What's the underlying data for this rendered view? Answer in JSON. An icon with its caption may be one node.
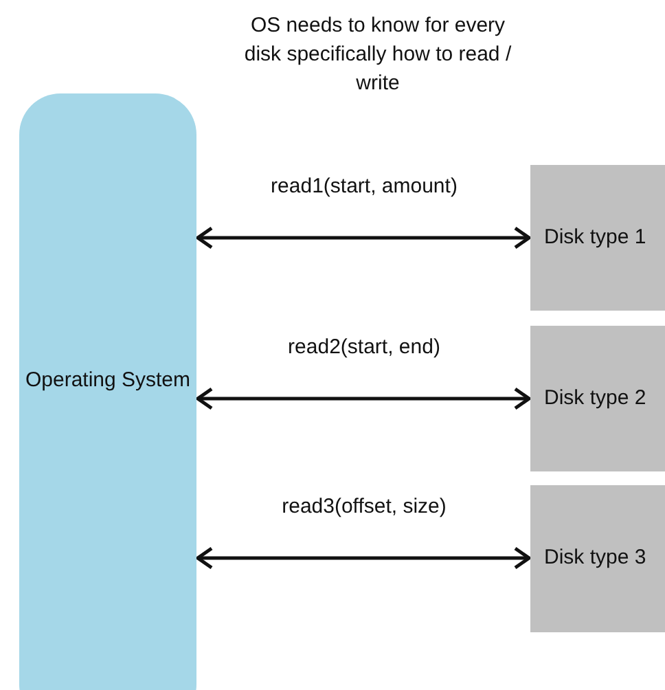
{
  "diagram": {
    "title": "OS needs to know for every disk specifically how to read / write",
    "nodes": [
      {
        "text": [
          "Operating System"
        ]
      },
      {
        "text": [
          "Disk type 1"
        ]
      },
      {
        "text": [
          "Disk type 2"
        ]
      },
      {
        "text": [
          "Disk type 3"
        ]
      }
    ],
    "edges": [
      {
        "from": 0,
        "to": 1,
        "arrow": "both",
        "label": "read1(start, amount)"
      },
      {
        "from": 0,
        "to": 2,
        "arrow": "both",
        "label": "read2(start, end)"
      },
      {
        "from": 0,
        "to": 3,
        "arrow": "both",
        "label": "read3(offset, size)"
      }
    ]
  }
}
